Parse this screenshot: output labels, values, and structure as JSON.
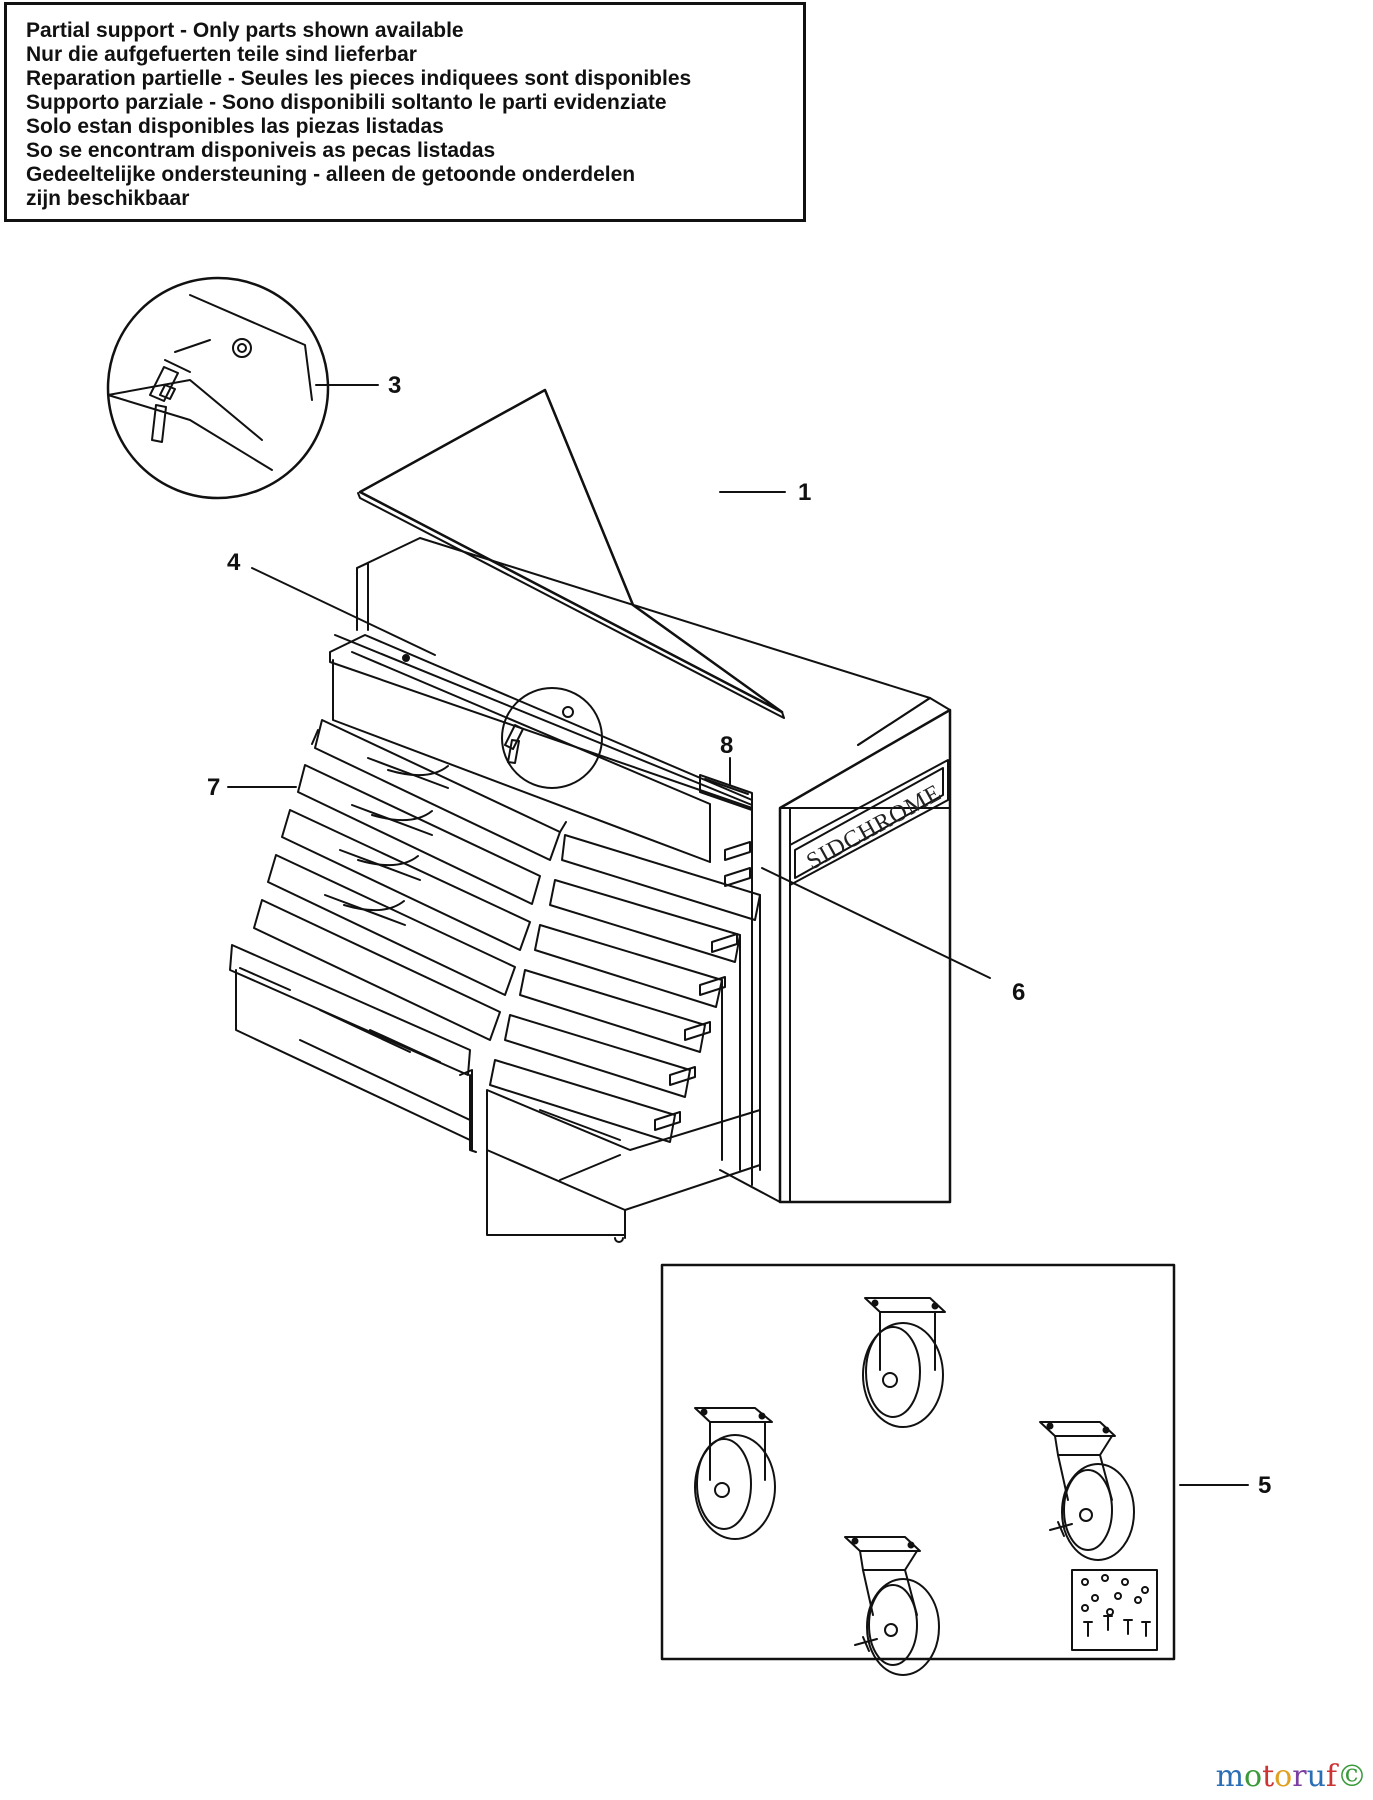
{
  "notice": {
    "lines": [
      "Partial support - Only parts shown available",
      "Nur die aufgefuerten teile sind lieferbar",
      "Reparation partielle - Seules les pieces indiquees sont disponibles",
      "Supporto parziale - Sono disponibili soltanto le parti evidenziate",
      "Solo estan disponibles las piezas listadas",
      "So se encontram disponiveis as pecas listadas",
      "Gedeeltelijke ondersteuning - alleen de getoonde onderdelen",
      "zijn beschikbaar"
    ]
  },
  "callouts": [
    "1",
    "3",
    "4",
    "5",
    "6",
    "7",
    "8"
  ],
  "cabinet": {
    "brand": "SIDCHROME"
  },
  "watermark": "motoruf©"
}
